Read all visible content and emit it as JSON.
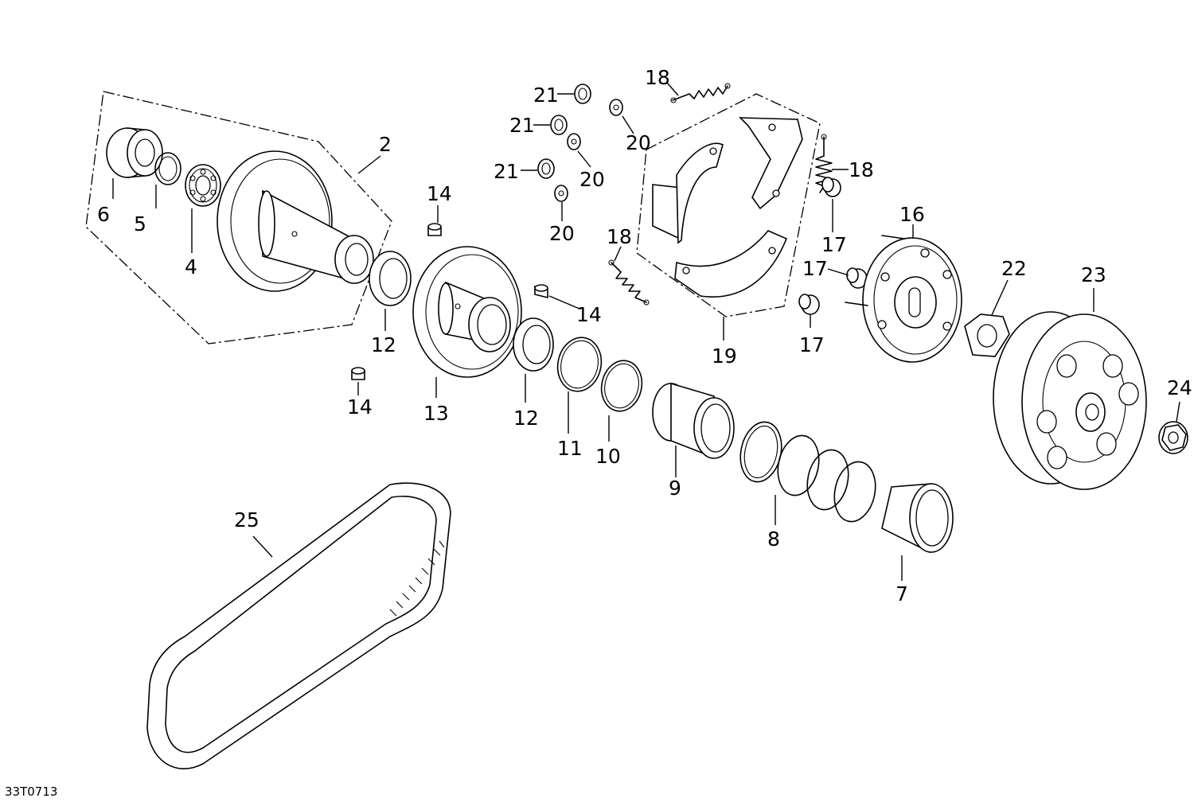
{
  "drawing": {
    "doc_id": "33T0713",
    "callouts": [
      {
        "id": "c2",
        "label": "2"
      },
      {
        "id": "c4",
        "label": "4"
      },
      {
        "id": "c5",
        "label": "5"
      },
      {
        "id": "c6",
        "label": "6"
      },
      {
        "id": "c7",
        "label": "7"
      },
      {
        "id": "c8",
        "label": "8"
      },
      {
        "id": "c9",
        "label": "9"
      },
      {
        "id": "c10",
        "label": "10"
      },
      {
        "id": "c11",
        "label": "11"
      },
      {
        "id": "c12a",
        "label": "12"
      },
      {
        "id": "c12b",
        "label": "12"
      },
      {
        "id": "c13",
        "label": "13"
      },
      {
        "id": "c14a",
        "label": "14"
      },
      {
        "id": "c14b",
        "label": "14"
      },
      {
        "id": "c14c",
        "label": "14"
      },
      {
        "id": "c16",
        "label": "16"
      },
      {
        "id": "c17a",
        "label": "17"
      },
      {
        "id": "c17b",
        "label": "17"
      },
      {
        "id": "c17c",
        "label": "17"
      },
      {
        "id": "c18a",
        "label": "18"
      },
      {
        "id": "c18b",
        "label": "18"
      },
      {
        "id": "c18c",
        "label": "18"
      },
      {
        "id": "c19",
        "label": "19"
      },
      {
        "id": "c20a",
        "label": "20"
      },
      {
        "id": "c20b",
        "label": "20"
      },
      {
        "id": "c20c",
        "label": "20"
      },
      {
        "id": "c21a",
        "label": "21"
      },
      {
        "id": "c21b",
        "label": "21"
      },
      {
        "id": "c21c",
        "label": "21"
      },
      {
        "id": "c22",
        "label": "22"
      },
      {
        "id": "c23",
        "label": "23"
      },
      {
        "id": "c24",
        "label": "24"
      },
      {
        "id": "c25",
        "label": "25"
      }
    ]
  }
}
